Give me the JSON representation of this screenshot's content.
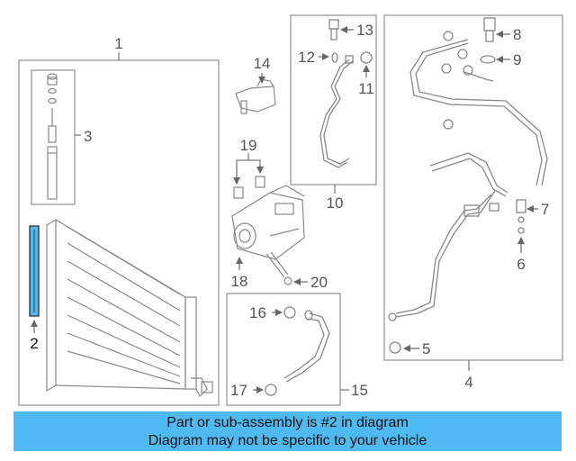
{
  "callouts": {
    "c1": "1",
    "c2": "2",
    "c3": "3",
    "c4": "4",
    "c5": "5",
    "c6": "6",
    "c7": "7",
    "c8": "8",
    "c9": "9",
    "c10": "10",
    "c11": "11",
    "c12": "12",
    "c13": "13",
    "c14": "14",
    "c15": "15",
    "c16": "16",
    "c17": "17",
    "c18": "18",
    "c19": "19",
    "c20": "20"
  },
  "highlight_color": "#4fb9f2",
  "banner": {
    "line1": "Part or sub-assembly is #2 in diagram",
    "line2": "Diagram may not be specific to your vehicle"
  }
}
